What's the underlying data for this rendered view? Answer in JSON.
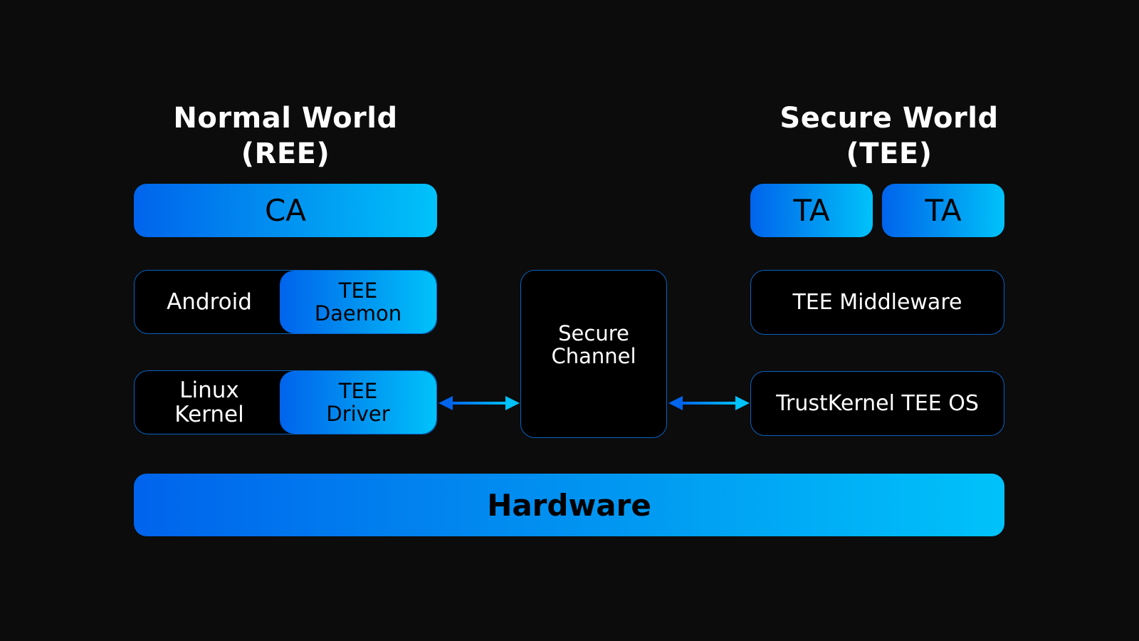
{
  "normal_world": {
    "title_line1": "Normal World",
    "title_line2": "(REE)",
    "ca": "CA",
    "android": "Android",
    "tee_daemon": "TEE\nDaemon",
    "linux_kernel": "Linux\nKernel",
    "tee_driver": "TEE\nDriver"
  },
  "secure_channel": {
    "label": "Secure\nChannel"
  },
  "secure_world": {
    "title_line1": "Secure World",
    "title_line2": "(TEE)",
    "ta_1": "TA",
    "ta_2": "TA",
    "tee_middleware": "TEE Middleware",
    "tee_os": "TrustKernel TEE OS"
  },
  "hardware": {
    "label": "Hardware"
  },
  "colors": {
    "background": "#0c0c0c",
    "gradient_start": "#0064ec",
    "gradient_end": "#00c2fa",
    "border": "#0a62c4"
  }
}
